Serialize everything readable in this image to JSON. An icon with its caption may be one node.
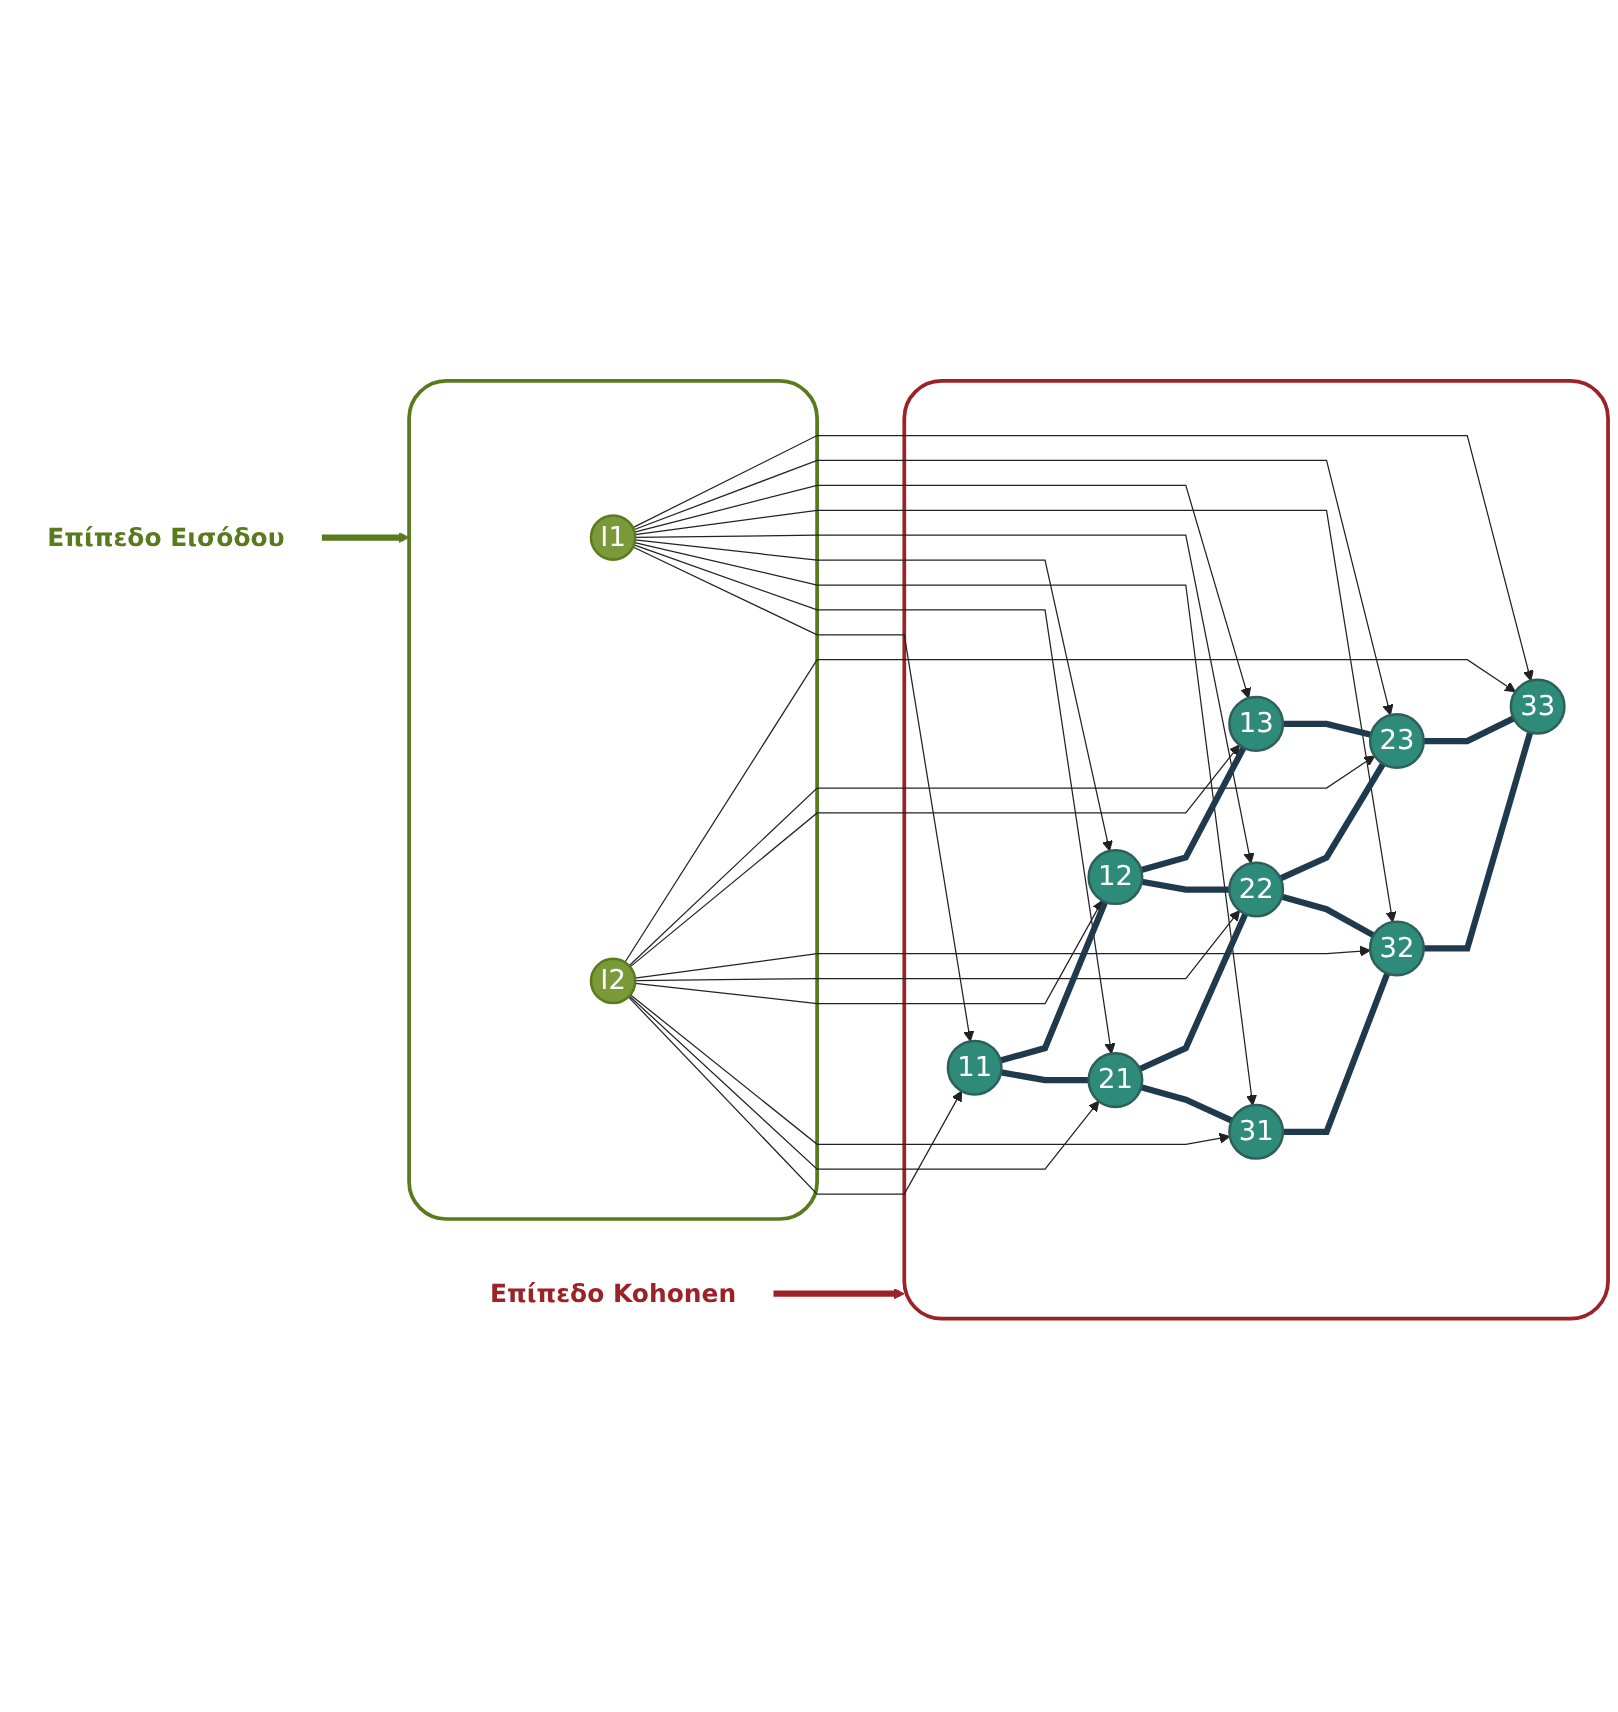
{
  "diagram": {
    "nodes": [
      {
        "text": [
          "Επίπεδο Εισόδου"
        ]
      },
      {
        "text": [],
        "shape": "box"
      },
      {
        "text": [
          "I1"
        ],
        "in": 1
      },
      {
        "text": [
          "I2"
        ],
        "in": 1
      },
      {
        "text": [],
        "shape": "box"
      },
      {
        "text": [
          "11"
        ],
        "in": 4
      },
      {
        "text": [
          "21"
        ],
        "in": 4
      },
      {
        "text": [
          "31"
        ],
        "in": 4
      },
      {
        "text": [
          "12"
        ],
        "in": 4
      },
      {
        "text": [
          "22"
        ],
        "in": 4
      },
      {
        "text": [
          "32"
        ],
        "in": 4
      },
      {
        "text": [
          "13"
        ],
        "in": 4
      },
      {
        "text": [
          "23"
        ],
        "in": 4
      },
      {
        "text": [
          "33"
        ],
        "in": 4
      },
      {
        "text": [
          "Επίπεδο Kohonen"
        ]
      }
    ],
    "edges": [
      {
        "from": 0,
        "to": 1,
        "arrow": "to",
        "style": "thick",
        "color": "#5a7a1e"
      },
      {
        "from": 14,
        "to": 4,
        "arrow": "to",
        "style": "thick",
        "color": "#9b2226"
      },
      {
        "from": 2,
        "to": 5,
        "arrow": "to"
      },
      {
        "from": 2,
        "to": 6,
        "arrow": "to"
      },
      {
        "from": 2,
        "to": 7,
        "arrow": "to"
      },
      {
        "from": 2,
        "to": 8,
        "arrow": "to"
      },
      {
        "from": 2,
        "to": 9,
        "arrow": "to"
      },
      {
        "from": 2,
        "to": 10,
        "arrow": "to"
      },
      {
        "from": 2,
        "to": 11,
        "arrow": "to"
      },
      {
        "from": 2,
        "to": 12,
        "arrow": "to"
      },
      {
        "from": 2,
        "to": 13,
        "arrow": "to"
      },
      {
        "from": 3,
        "to": 5,
        "arrow": "to"
      },
      {
        "from": 3,
        "to": 6,
        "arrow": "to"
      },
      {
        "from": 3,
        "to": 7,
        "arrow": "to"
      },
      {
        "from": 3,
        "to": 8,
        "arrow": "to"
      },
      {
        "from": 3,
        "to": 9,
        "arrow": "to"
      },
      {
        "from": 3,
        "to": 10,
        "arrow": "to"
      },
      {
        "from": 3,
        "to": 11,
        "arrow": "to"
      },
      {
        "from": 3,
        "to": 12,
        "arrow": "to"
      },
      {
        "from": 3,
        "to": 13,
        "arrow": "to"
      },
      {
        "from": 5,
        "to": 6,
        "arrow": "none",
        "style": "thick",
        "color": "#1f3a4d"
      },
      {
        "from": 6,
        "to": 7,
        "arrow": "none",
        "style": "thick",
        "color": "#1f3a4d"
      },
      {
        "from": 8,
        "to": 9,
        "arrow": "none",
        "style": "thick",
        "color": "#1f3a4d"
      },
      {
        "from": 9,
        "to": 10,
        "arrow": "none",
        "style": "thick",
        "color": "#1f3a4d"
      },
      {
        "from": 11,
        "to": 12,
        "arrow": "none",
        "style": "thick",
        "color": "#1f3a4d"
      },
      {
        "from": 12,
        "to": 13,
        "arrow": "none",
        "style": "thick",
        "color": "#1f3a4d"
      },
      {
        "from": 5,
        "to": 8,
        "arrow": "none",
        "style": "thick",
        "color": "#1f3a4d"
      },
      {
        "from": 8,
        "to": 11,
        "arrow": "none",
        "style": "thick",
        "color": "#1f3a4d"
      },
      {
        "from": 6,
        "to": 9,
        "arrow": "none",
        "style": "thick",
        "color": "#1f3a4d"
      },
      {
        "from": 9,
        "to": 12,
        "arrow": "none",
        "style": "thick",
        "color": "#1f3a4d"
      },
      {
        "from": 7,
        "to": 10,
        "arrow": "none",
        "style": "thick",
        "color": "#1f3a4d"
      },
      {
        "from": 10,
        "to": 13,
        "arrow": "none",
        "style": "thick",
        "color": "#1f3a4d"
      }
    ]
  }
}
